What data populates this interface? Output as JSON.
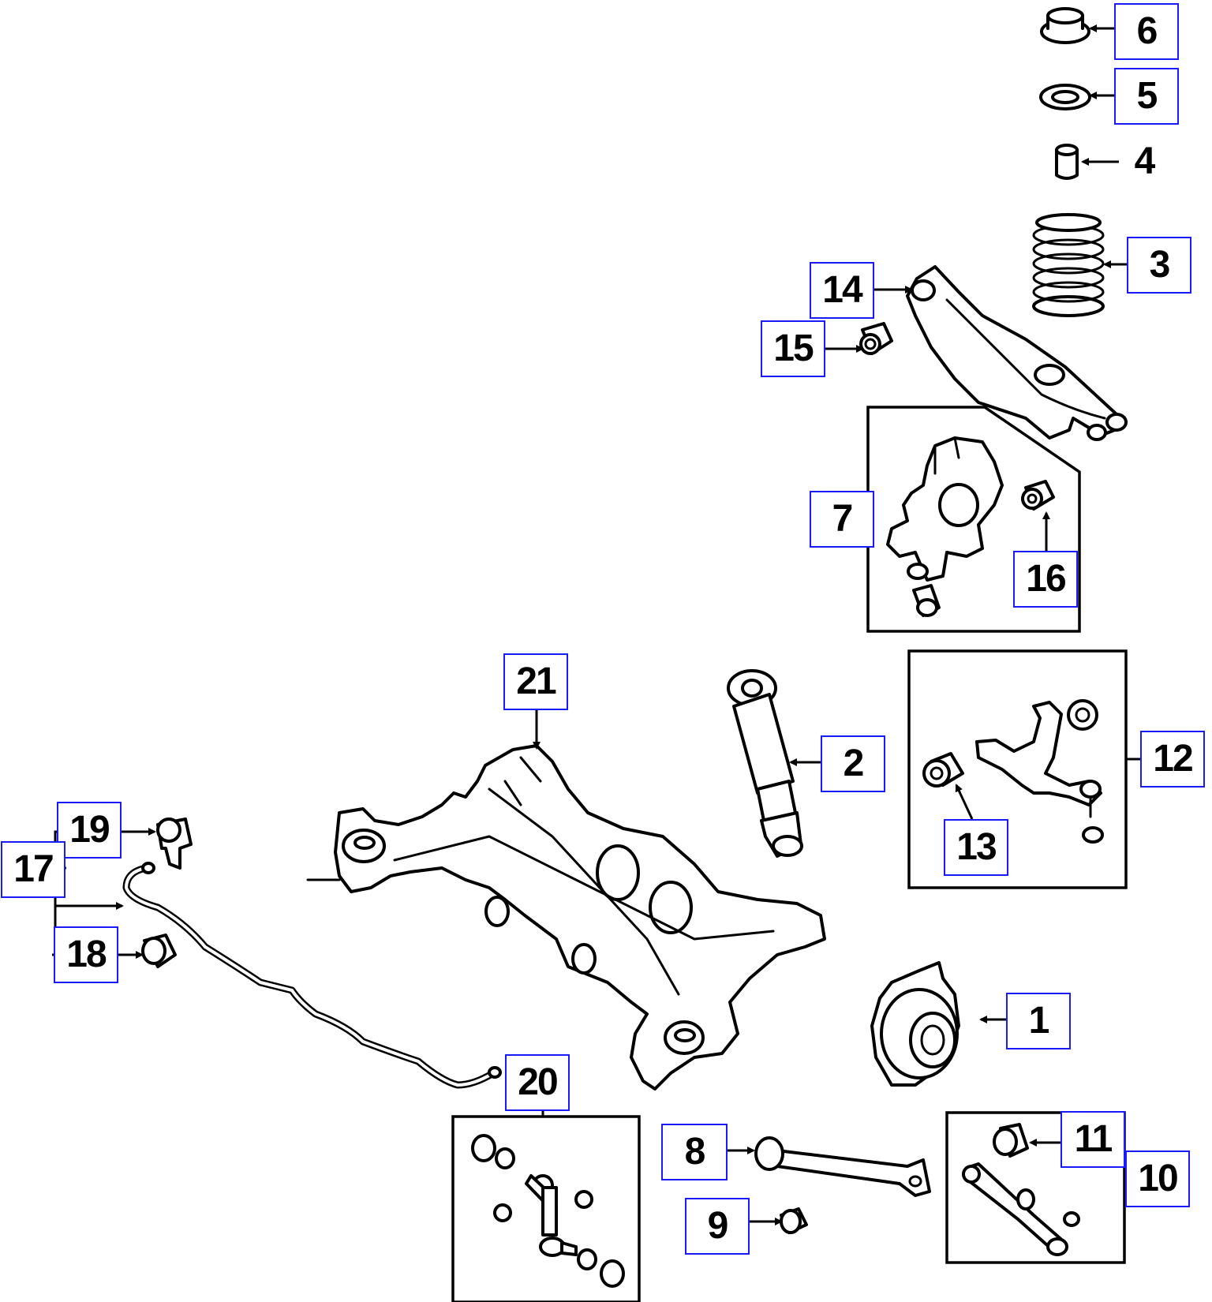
{
  "diagram_title": "",
  "accent_color": "#1a1aff",
  "callouts": [
    {
      "id": "c1",
      "text": "1",
      "linked": true
    },
    {
      "id": "c2",
      "text": "2",
      "linked": true
    },
    {
      "id": "c3",
      "text": "3",
      "linked": true
    },
    {
      "id": "c4",
      "text": "4",
      "linked": false
    },
    {
      "id": "c5",
      "text": "5",
      "linked": true
    },
    {
      "id": "c6",
      "text": "6",
      "linked": true
    },
    {
      "id": "c7",
      "text": "7",
      "linked": true
    },
    {
      "id": "c8",
      "text": "8",
      "linked": true
    },
    {
      "id": "c9",
      "text": "9",
      "linked": true
    },
    {
      "id": "c10",
      "text": "10",
      "linked": true
    },
    {
      "id": "c11",
      "text": "11",
      "linked": true
    },
    {
      "id": "c12",
      "text": "12",
      "linked": true
    },
    {
      "id": "c13",
      "text": "13",
      "linked": true
    },
    {
      "id": "c14",
      "text": "14",
      "linked": true
    },
    {
      "id": "c15",
      "text": "15",
      "linked": true
    },
    {
      "id": "c16",
      "text": "16",
      "linked": true
    },
    {
      "id": "c17",
      "text": "17",
      "linked": true
    },
    {
      "id": "c18",
      "text": "18",
      "linked": true
    },
    {
      "id": "c19",
      "text": "19",
      "linked": true
    },
    {
      "id": "c20",
      "text": "20",
      "linked": true
    },
    {
      "id": "c21",
      "text": "21",
      "linked": true
    }
  ]
}
